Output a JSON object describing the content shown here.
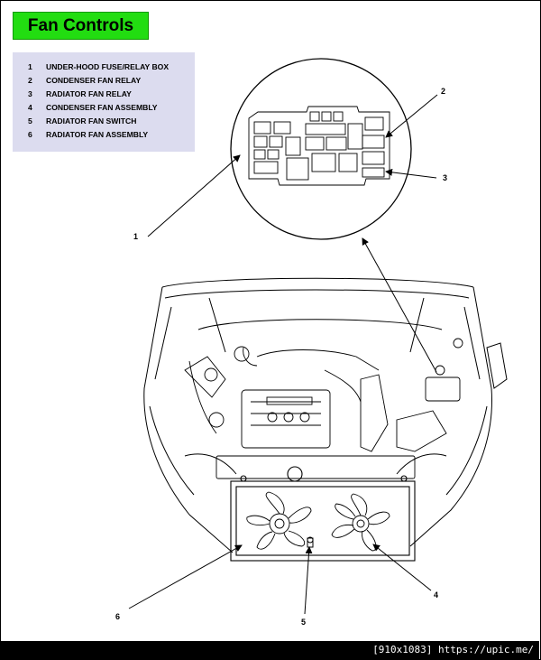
{
  "title": "Fan Controls",
  "legend": [
    {
      "num": "1",
      "label": "UNDER-HOOD FUSE/RELAY BOX"
    },
    {
      "num": "2",
      "label": "CONDENSER FAN RELAY"
    },
    {
      "num": "3",
      "label": "RADIATOR FAN RELAY"
    },
    {
      "num": "4",
      "label": "CONDENSER FAN ASSEMBLY"
    },
    {
      "num": "5",
      "label": "RADIATOR FAN SWITCH"
    },
    {
      "num": "6",
      "label": "RADIATOR FAN ASSEMBLY"
    }
  ],
  "callouts": {
    "c1": "1",
    "c2": "2",
    "c3": "3",
    "c4": "4",
    "c5": "5",
    "c6": "6"
  },
  "footer": "[910x1083] https://upic.me/",
  "colors": {
    "title_bg": "#22dd11",
    "legend_bg": "#dcdcef",
    "footer_bg": "#000000"
  }
}
